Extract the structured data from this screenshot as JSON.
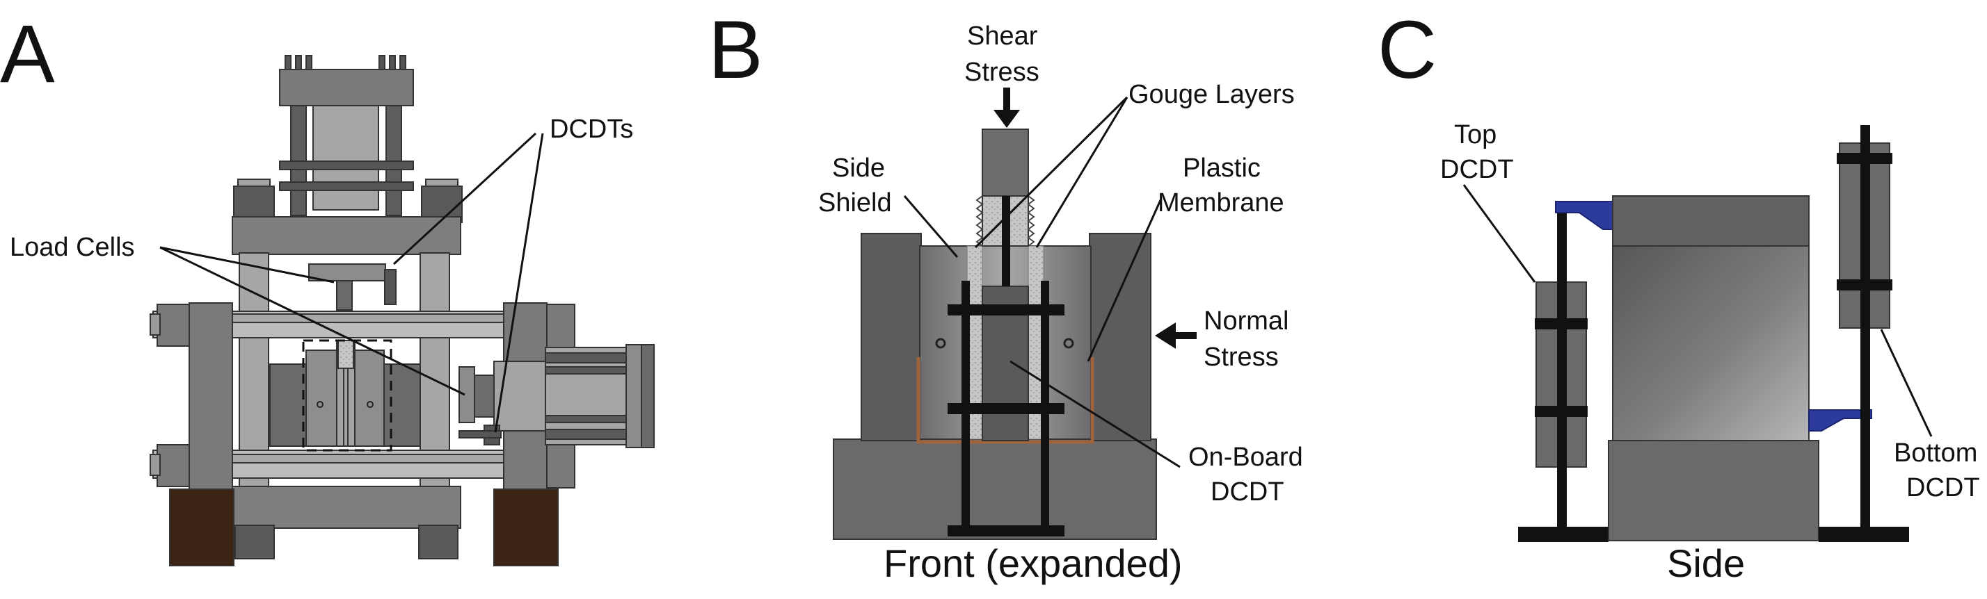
{
  "panels": {
    "a": {
      "letter": "A",
      "labels": {
        "dcdts": "DCDTs",
        "load_cells": "Load Cells"
      }
    },
    "b": {
      "letter": "B",
      "labels": {
        "shear_line1": "Shear",
        "shear_line2": "Stress",
        "gouge_layers": "Gouge Layers",
        "side_line1": "Side",
        "side_line2": "Shield",
        "plastic_line1": "Plastic",
        "plastic_line2": "Membrane",
        "normal_line1": "Normal",
        "normal_line2": "Stress",
        "onboard_line1": "On-Board",
        "onboard_line2": "DCDT"
      },
      "caption": "Front (expanded)"
    },
    "c": {
      "letter": "C",
      "labels": {
        "top_line1": "Top",
        "top_line2": "DCDT",
        "bottom_line1": "Bottom",
        "bottom_line2": "DCDT"
      },
      "caption": "Side"
    }
  },
  "colors": {
    "dark_steel": "#5a5a5c",
    "mid_steel": "#7a7a7c",
    "light_steel": "#a4a4a6",
    "wood_base": "#3d2314",
    "membrane": "#a0643c",
    "dcdt_bracket": "#2c3a9c",
    "gouge": "#c8c8c8"
  }
}
